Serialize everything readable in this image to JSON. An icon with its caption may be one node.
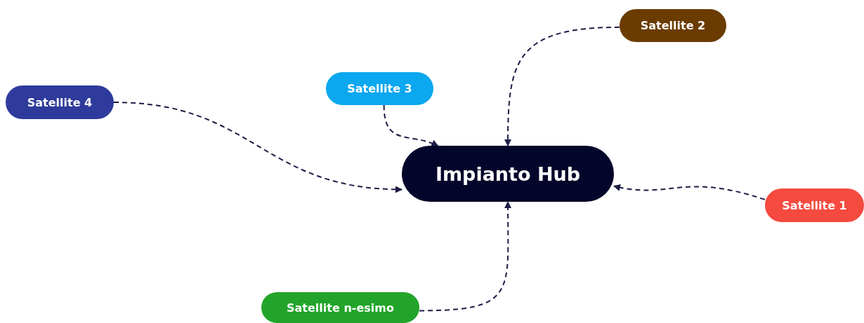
{
  "diagram": {
    "nodes": [
      {
        "text": [
          "Satellite 2"
        ]
      },
      {
        "text": [
          "Satellite 3"
        ]
      },
      {
        "text": [
          "Satellite 4"
        ]
      },
      {
        "text": [
          "Impianto Hub"
        ]
      },
      {
        "text": [
          "Satellite 1"
        ]
      },
      {
        "text": [
          "Satellite n-esimo"
        ]
      }
    ],
    "edges": [
      {
        "from": 0,
        "to": 3,
        "arrow": "to",
        "style": "dashed"
      },
      {
        "from": 1,
        "to": 3,
        "arrow": "to",
        "style": "dashed"
      },
      {
        "from": 2,
        "to": 3,
        "arrow": "to",
        "style": "dashed"
      },
      {
        "from": 4,
        "to": 3,
        "arrow": "to",
        "style": "dashed"
      },
      {
        "from": 5,
        "to": 3,
        "arrow": "to",
        "style": "dashed"
      }
    ]
  }
}
